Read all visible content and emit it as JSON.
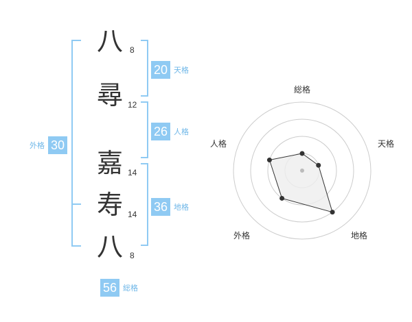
{
  "name_chars": [
    {
      "char": "八",
      "strokes": "8"
    },
    {
      "char": "尋",
      "strokes": "12"
    },
    {
      "char": "嘉",
      "strokes": "14"
    },
    {
      "char": "寿",
      "strokes": "14"
    },
    {
      "char": "八",
      "strokes": "8"
    }
  ],
  "ten": {
    "value": "20",
    "label": "天格"
  },
  "jin": {
    "value": "26",
    "label": "人格"
  },
  "chi": {
    "value": "36",
    "label": "地格"
  },
  "gai": {
    "value": "30",
    "label": "外格"
  },
  "sou": {
    "value": "56",
    "label": "総格"
  },
  "chart_data": {
    "type": "radar",
    "axes": [
      "総格",
      "天格",
      "地格",
      "外格",
      "人格"
    ],
    "values": [
      1,
      1,
      3,
      2,
      2
    ],
    "max": 4,
    "rings": 4,
    "colors": {
      "ring": "#cccccc",
      "fill": "#eeeeee",
      "line": "#333333",
      "point": "#333333",
      "center": "#bbbbbb"
    }
  }
}
